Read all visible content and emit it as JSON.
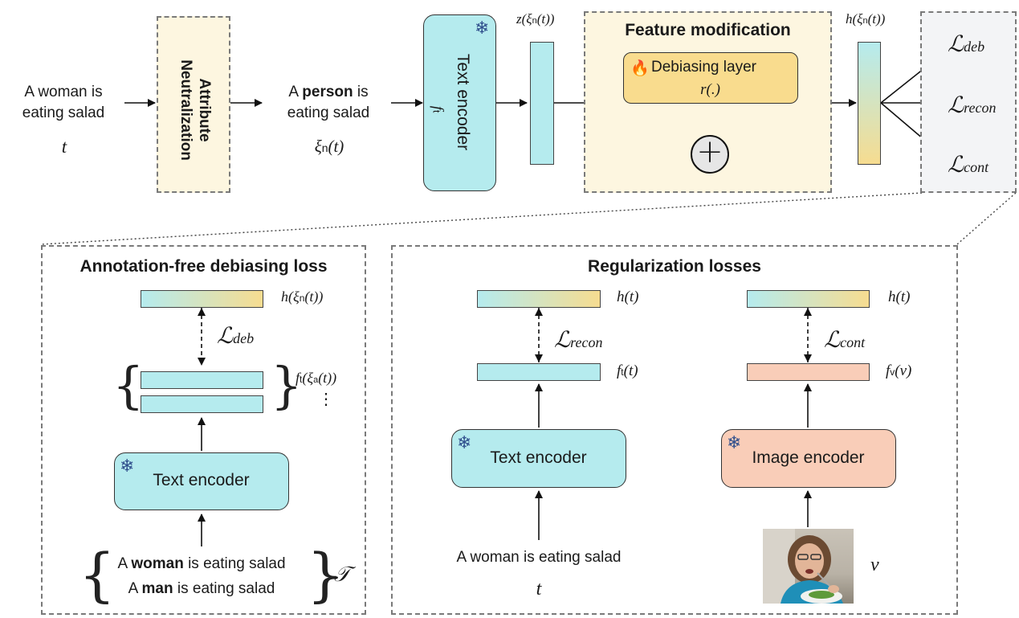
{
  "pipeline": {
    "input_sentence_line1": "A woman is",
    "input_sentence_line2": "eating salad",
    "input_symbol": "t",
    "neutralization_line1": "Attribute",
    "neutralization_line2": "Neutralization",
    "neutral_sentence_pre": "A ",
    "neutral_sentence_bold": "person",
    "neutral_sentence_post": " is",
    "neutral_sentence_line2": "eating salad",
    "neutral_symbol": "ξ",
    "neutral_symbol_sub": "n",
    "neutral_symbol_arg": "(t)",
    "text_encoder_label": "Text encoder",
    "text_encoder_symbol": "f",
    "text_encoder_symbol_sub": "t",
    "z_label": "z(ξ",
    "z_label_sub": "n",
    "z_label_post": "(t))",
    "feature_mod_title": "Feature modification",
    "debias_layer_label": "Debiasing layer",
    "debias_layer_fn": "r(.)",
    "plus_symbol": "+",
    "h_label": "h(ξ",
    "h_label_sub": "n",
    "h_label_post": "(t))",
    "loss_deb": "deb",
    "loss_recon": "recon",
    "loss_cont": "cont",
    "loss_script": "ℒ"
  },
  "debias_panel": {
    "title": "Annotation-free debiasing loss",
    "h_label": "h(ξ",
    "h_sub": "n",
    "h_post": "(t))",
    "loss_sub": "deb",
    "ft_label": "f",
    "ft_sub": "t",
    "ft_arg": "(ξ",
    "ft_arg_sub": "a",
    "ft_arg_post": "(t))",
    "vdots": "⋮",
    "encoder_label": "Text encoder",
    "sent1_pre": "A ",
    "sent1_bold": "woman",
    "sent1_post": " is eating salad",
    "sent2_pre": "A ",
    "sent2_bold": "man",
    "sent2_post": " is eating salad",
    "set_symbol": "𝒯"
  },
  "reg_panel": {
    "title": "Regularization losses",
    "left_h": "h(t)",
    "left_loss_sub": "recon",
    "left_f": "f",
    "left_f_sub": "t",
    "left_f_arg": "(t)",
    "left_encoder": "Text encoder",
    "left_input": "A woman is eating salad",
    "left_symbol": "t",
    "right_h": "h(t)",
    "right_loss_sub": "cont",
    "right_f": "f",
    "right_f_sub": "v",
    "right_f_arg": "(v)",
    "right_encoder": "Image encoder",
    "right_symbol": "v"
  },
  "icons": {
    "frozen": "snowflake-icon",
    "trainable": "fire-icon",
    "image": "woman-eating-salad-photo"
  },
  "colors": {
    "teal": "#b5ebee",
    "yellow": "#f6dc90",
    "peach": "#f9cdb8",
    "feature_bg": "#fdf6e0"
  }
}
